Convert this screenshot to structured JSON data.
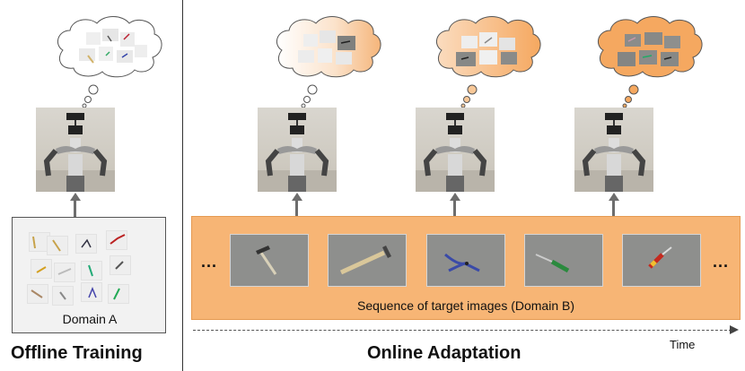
{
  "left_panel": {
    "domain_label": "Domain A",
    "section_title": "Offline Training"
  },
  "right_panel": {
    "band_caption": "Sequence of target images (Domain B)",
    "ellipsis_left": "...",
    "ellipsis_right": "...",
    "time_label": "Time",
    "section_title": "Online Adaptation"
  },
  "target_images": [
    {
      "tool": "hammer"
    },
    {
      "tool": "hammer (wood handle)"
    },
    {
      "tool": "pliers"
    },
    {
      "tool": "screwdriver (green)"
    },
    {
      "tool": "screwdriver (red)"
    }
  ],
  "colors": {
    "band": "#f7b575",
    "cloud_orange": "#f5a860",
    "arrow": "#6d6d6d",
    "tile_gray": "#8e8f8d"
  }
}
